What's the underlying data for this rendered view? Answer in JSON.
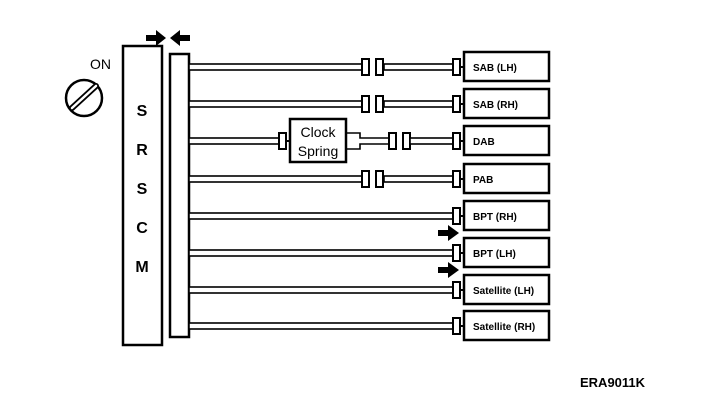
{
  "ignition": {
    "label": "ON"
  },
  "module": {
    "letters": [
      "S",
      "R",
      "S",
      "C",
      "M"
    ]
  },
  "clock_spring": {
    "line1": "Clock",
    "line2": "Spring"
  },
  "outputs": [
    {
      "label": "SAB (LH)",
      "connectors": "double"
    },
    {
      "label": "SAB (RH)",
      "connectors": "double"
    },
    {
      "label": "DAB",
      "connectors": "clock"
    },
    {
      "label": "PAB",
      "connectors": "double"
    },
    {
      "label": "BPT (RH)",
      "connectors": "single"
    },
    {
      "label": "BPT (LH)",
      "connectors": "single"
    },
    {
      "label": "Satellite (LH)",
      "connectors": "single"
    },
    {
      "label": "Satellite (RH)",
      "connectors": "single"
    }
  ],
  "reference": "ERA9011K"
}
